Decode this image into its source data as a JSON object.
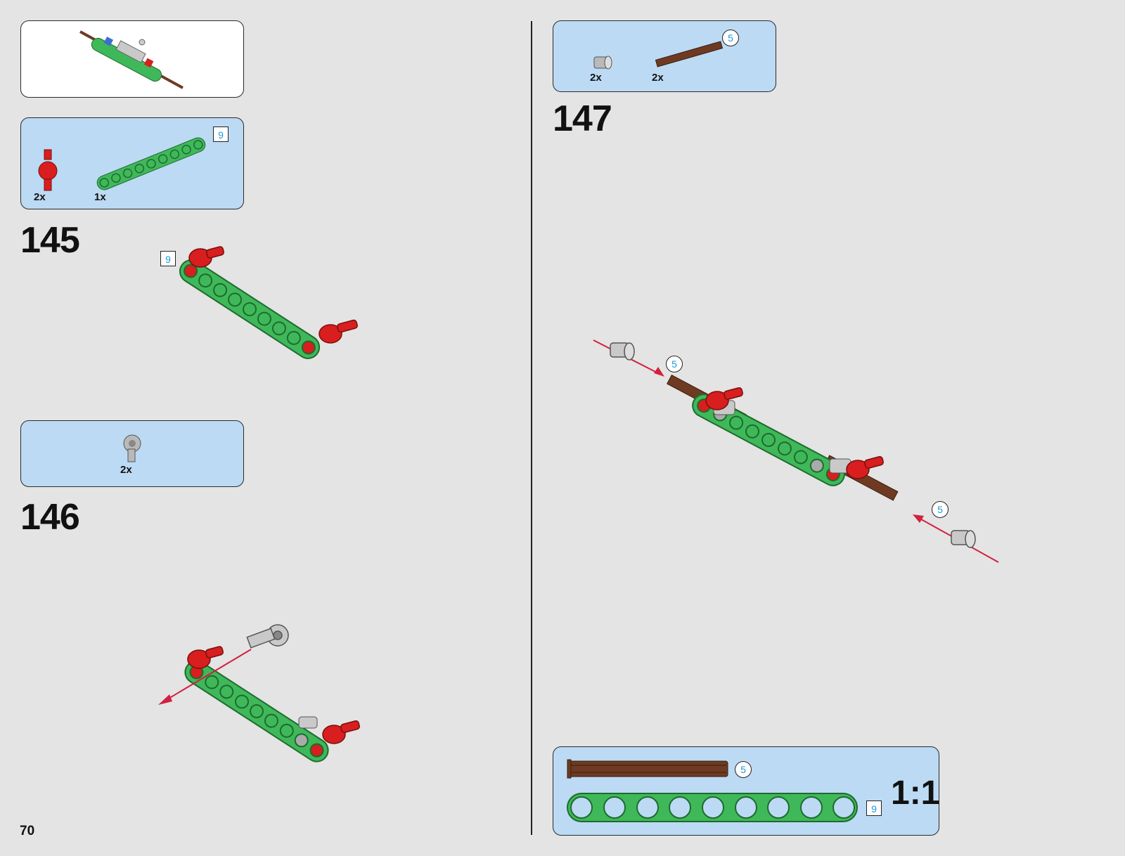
{
  "page": {
    "number": "70"
  },
  "preview": {
    "label": ""
  },
  "step145": {
    "number": "145",
    "parts": [
      {
        "qty": "2x"
      },
      {
        "qty": "1x"
      }
    ],
    "parts_badge": "9",
    "build_badge": "9"
  },
  "step146": {
    "number": "146",
    "parts": [
      {
        "qty": "2x"
      }
    ]
  },
  "step147": {
    "number": "147",
    "parts": [
      {
        "qty": "2x"
      },
      {
        "qty": "2x"
      }
    ],
    "parts_badge": "5",
    "build_badges": [
      "5",
      "5"
    ]
  },
  "scale_box": {
    "axle_badge": "5",
    "beam_badge": "9",
    "scale_label": "1:1"
  },
  "colors": {
    "green": "#3fb85a",
    "red": "#d81e1e",
    "brown": "#6e3b22",
    "gray": "#b9b9b9",
    "callout_blue": "#bcdaf4",
    "arrow": "#d3203e"
  }
}
